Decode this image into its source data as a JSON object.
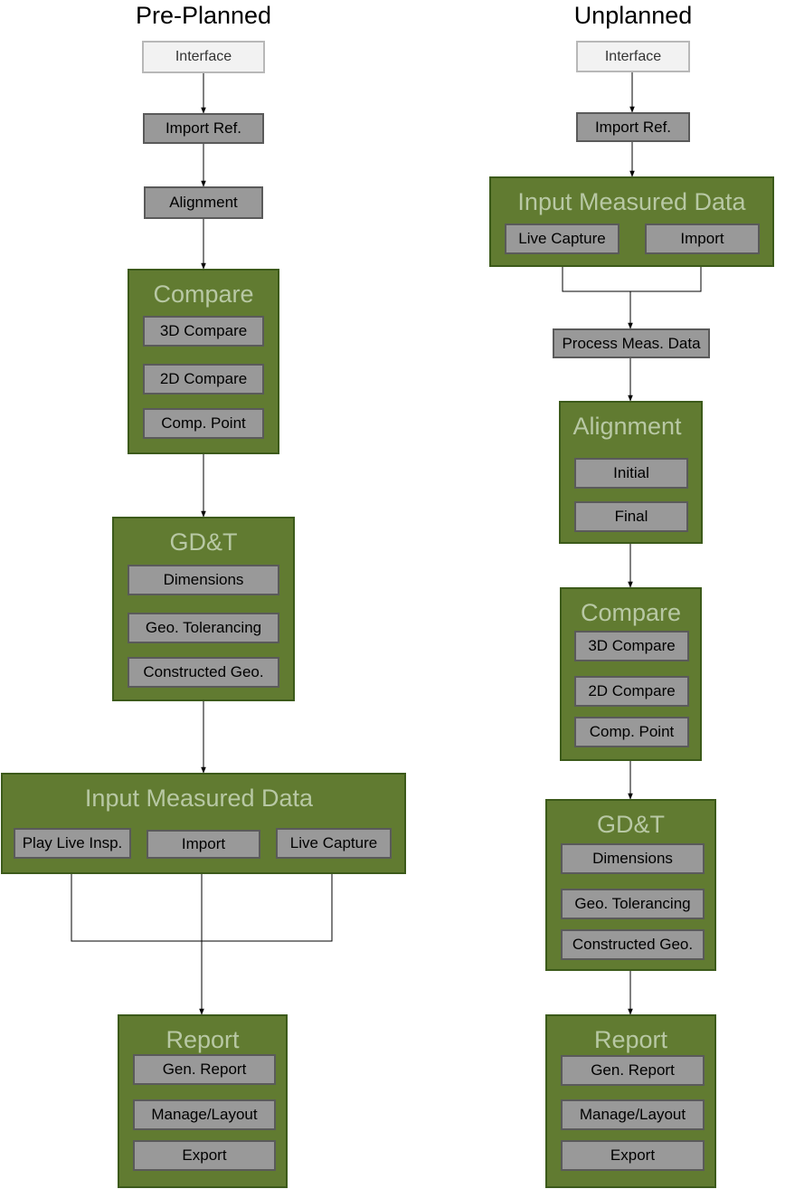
{
  "pre_planned": {
    "title": "Pre-Planned",
    "interface": "Interface",
    "import_ref": "Import Ref.",
    "alignment": "Alignment",
    "compare": {
      "title": "Compare",
      "items": [
        "3D Compare",
        "2D Compare",
        "Comp. Point"
      ]
    },
    "gdt": {
      "title": "GD&T",
      "items": [
        "Dimensions",
        "Geo. Tolerancing",
        "Constructed Geo."
      ]
    },
    "input_measured": {
      "title": "Input Measured Data",
      "items": [
        "Play Live Insp.",
        "Import",
        "Live Capture"
      ]
    },
    "report": {
      "title": "Report",
      "items": [
        "Gen. Report",
        "Manage/Layout",
        "Export"
      ]
    }
  },
  "unplanned": {
    "title": "Unplanned",
    "interface": "Interface",
    "import_ref": "Import Ref.",
    "input_measured": {
      "title": "Input Measured Data",
      "items": [
        "Live Capture",
        "Import"
      ]
    },
    "process": "Process Meas. Data",
    "alignment": {
      "title": "Alignment",
      "items": [
        "Initial",
        "Final"
      ]
    },
    "compare": {
      "title": "Compare",
      "items": [
        "3D Compare",
        "2D Compare",
        "Comp. Point"
      ]
    },
    "gdt": {
      "title": "GD&T",
      "items": [
        "Dimensions",
        "Geo. Tolerancing",
        "Constructed Geo."
      ]
    },
    "report": {
      "title": "Report",
      "items": [
        "Gen. Report",
        "Manage/Layout",
        "Export"
      ]
    }
  }
}
